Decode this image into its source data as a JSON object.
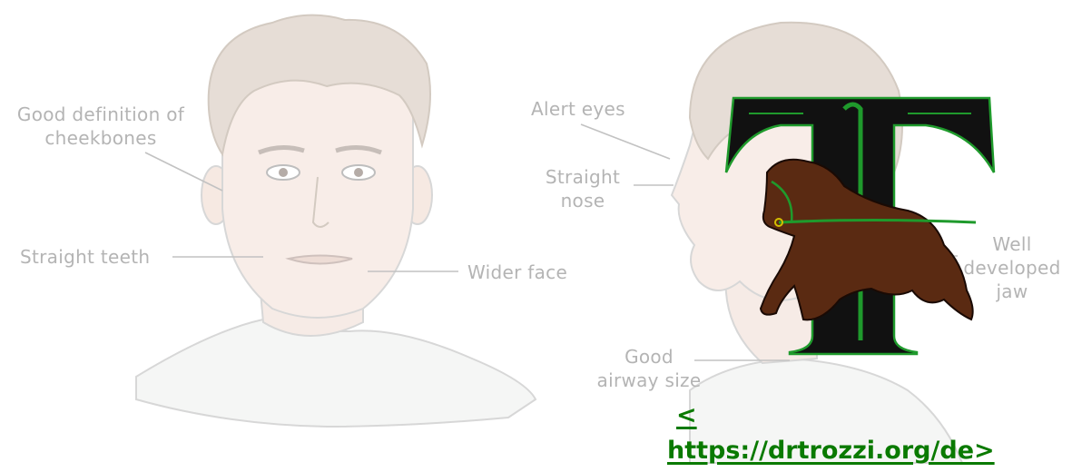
{
  "front_labels": {
    "cheekbones": [
      "Good definition of",
      "cheekbones"
    ],
    "teeth": "Straight teeth",
    "face": "Wider face"
  },
  "side_labels": {
    "eyes": "Alert eyes",
    "nose": [
      "Straight",
      "nose"
    ],
    "jaw": [
      "Well",
      "developed",
      "jaw"
    ],
    "airway": [
      "Good",
      "airway size"
    ]
  },
  "watermark": {
    "letter": "T",
    "link_line1": "<",
    "link_line2": "https://drtrozzi.org/de>"
  },
  "colors": {
    "label": "#b4b4b4",
    "line": "#c2c2c2",
    "link": "#0a7a00",
    "logo_green": "#1f9a2c",
    "horse": "#5a2a12"
  }
}
